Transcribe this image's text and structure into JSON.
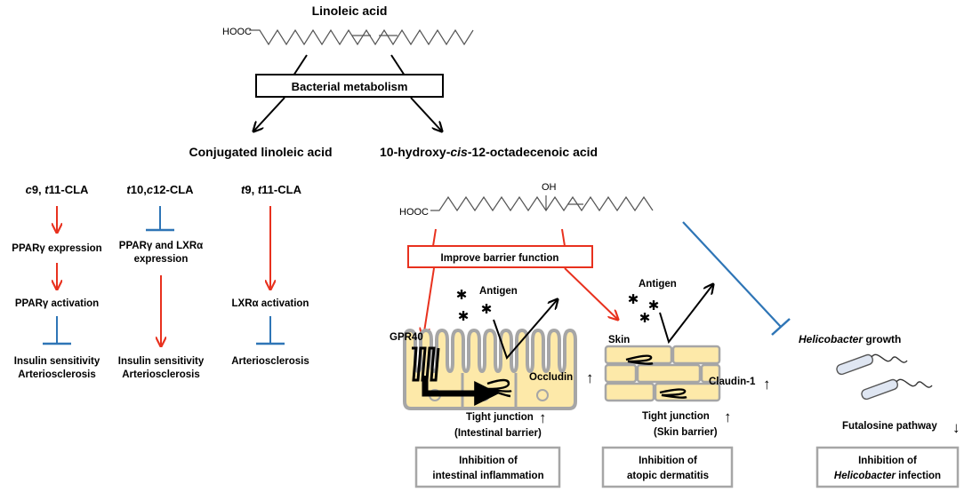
{
  "title": "Linoleic acid",
  "molecules": {
    "linoleic_group": "HOOC",
    "hydroxy_group": "HOOC",
    "hydroxy_oh": "OH"
  },
  "metabolism_box": "Bacterial metabolism",
  "branches": {
    "cla": "Conjugated linoleic acid",
    "hydroxy_a": "10-hydroxy-",
    "hydroxy_b": "cis",
    "hydroxy_c": "-12-octadecenoic acid"
  },
  "isomers": [
    {
      "p1": "c",
      "p2": "9, ",
      "p3": "t",
      "p4": "11-CLA"
    },
    {
      "p1": "t",
      "p2": "10,",
      "p3": "c",
      "p4": "12-CLA"
    },
    {
      "p1": "t",
      "p2": "9, ",
      "p3": "t",
      "p4": "11-CLA"
    }
  ],
  "col1": {
    "expr": "PPARγ expression",
    "act": "PPARγ activation",
    "out1": "Insulin sensitivity",
    "out2": "Arteriosclerosis"
  },
  "col2": {
    "expr1": "PPARγ and LXRα",
    "expr2": "expression",
    "out1": "Insulin sensitivity",
    "out2": "Arteriosclerosis"
  },
  "col3": {
    "act": "LXRα activation",
    "out": "Arteriosclerosis"
  },
  "barrier_box": "Improve barrier function",
  "intestine": {
    "antigen": "Antigen",
    "receptor": "GPR40",
    "protein": "Occludin",
    "tj1": "Tight junction",
    "tj2": "(Intestinal barrier)",
    "outcome1": "Inhibition of",
    "outcome2": "intestinal inflammation"
  },
  "skin": {
    "antigen": "Antigen",
    "label": "Skin",
    "protein": "Claudin-1",
    "tj1": "Tight junction",
    "tj2": "(Skin barrier)",
    "outcome1": "Inhibition of",
    "outcome2": "atopic dermatitis"
  },
  "helico": {
    "growth_a": "Helicobacter",
    "growth_b": " growth",
    "pathway": "Futalosine pathway",
    "outcome1": "Inhibition of",
    "outcome2a": "Helicobacter",
    "outcome2b": " infection"
  },
  "symbols": {
    "up": "↑",
    "down": "↓",
    "star": "✱"
  },
  "colors": {
    "activate": "#e8311e",
    "inhibit": "#2e75b6",
    "cell": "#fde9a9",
    "cell_border": "#a6a6a6",
    "outcome_border": "#a6a6a6"
  }
}
